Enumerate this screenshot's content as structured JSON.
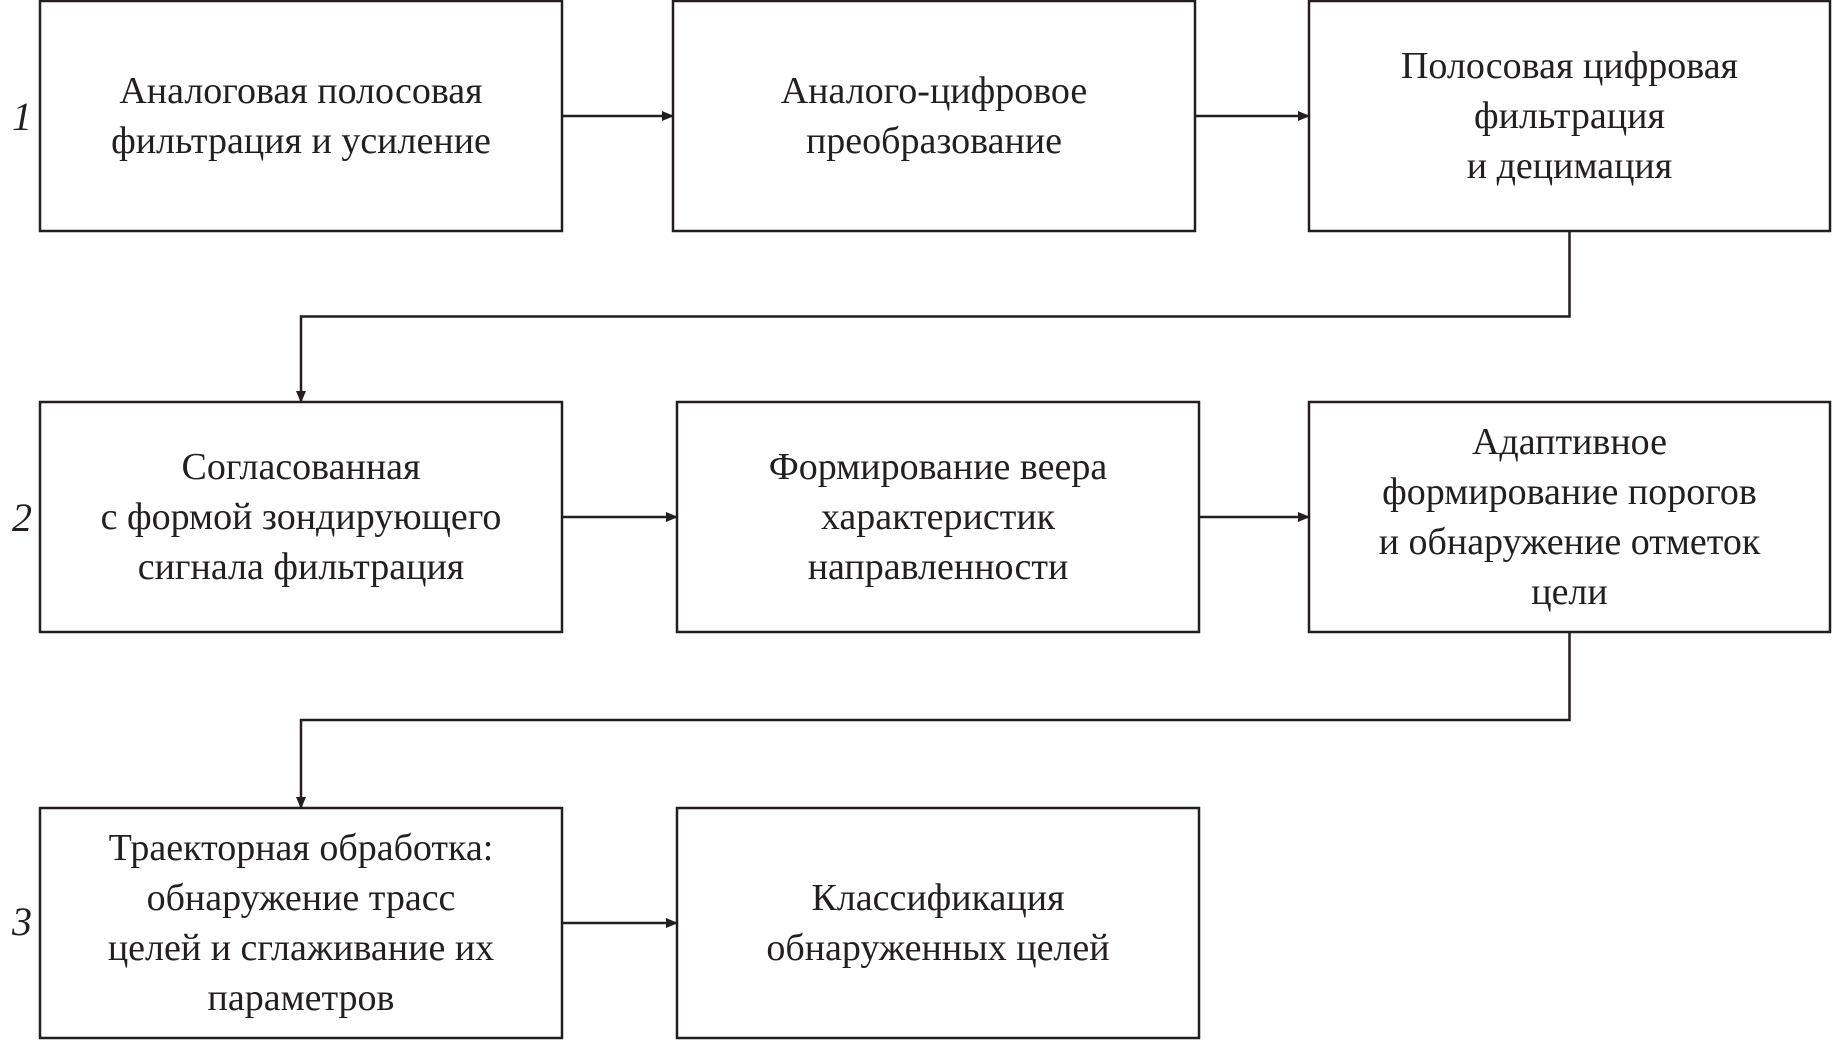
{
  "diagram": {
    "row_labels": [
      "1",
      "2",
      "3"
    ],
    "blocks": [
      {
        "id": "analog-bandpass",
        "lines": [
          "Аналоговая полосовая",
          "фильтрация и усиление"
        ]
      },
      {
        "id": "adc",
        "lines": [
          "Аналого-цифровое",
          "преобразование"
        ]
      },
      {
        "id": "digital-bandpass",
        "lines": [
          "Полосовая цифровая",
          "фильтрация",
          "и децимация"
        ]
      },
      {
        "id": "matched-filter",
        "lines": [
          "Согласованная",
          "с формой зондирующего",
          "сигнала фильтрация"
        ]
      },
      {
        "id": "beamforming",
        "lines": [
          "Формирование веера",
          "характеристик",
          "направленности"
        ]
      },
      {
        "id": "adaptive-threshold",
        "lines": [
          "Адаптивное",
          "формирование порогов",
          "и обнаружение отметок",
          "цели"
        ]
      },
      {
        "id": "track-processing",
        "lines": [
          "Траекторная обработка:",
          "обнаружение трасс",
          "целей и сглаживание их",
          "параметров"
        ]
      },
      {
        "id": "classification",
        "lines": [
          "Классификация",
          "обнаруженных целей"
        ]
      }
    ],
    "connections": [
      {
        "from": "analog-bandpass",
        "to": "adc"
      },
      {
        "from": "adc",
        "to": "digital-bandpass"
      },
      {
        "from": "digital-bandpass",
        "to": "matched-filter"
      },
      {
        "from": "matched-filter",
        "to": "beamforming"
      },
      {
        "from": "beamforming",
        "to": "adaptive-threshold"
      },
      {
        "from": "adaptive-threshold",
        "to": "track-processing"
      },
      {
        "from": "track-processing",
        "to": "classification"
      }
    ]
  }
}
